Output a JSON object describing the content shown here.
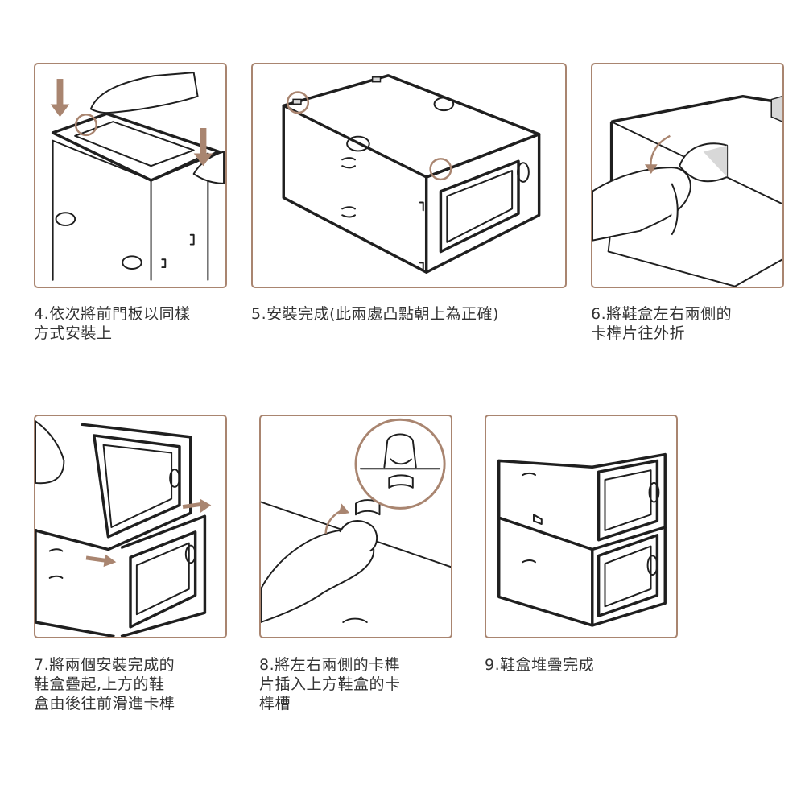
{
  "colors": {
    "accent": "#a98570",
    "line": "#1f1f1f",
    "text": "#333333"
  },
  "steps": [
    {
      "caption": "4.依次將前門板以同樣\n方式安裝上"
    },
    {
      "caption": "5.安裝完成(此兩處凸點朝上為正確)"
    },
    {
      "caption": "6.將鞋盒左右兩側的\n卡榫片往外折"
    },
    {
      "caption": "7.將兩個安裝完成的\n鞋盒疊起,上方的鞋\n盒由後往前滑進卡榫"
    },
    {
      "caption": "8.將左右兩側的卡榫\n片插入上方鞋盒的卡\n榫槽"
    },
    {
      "caption": "9.鞋盒堆疊完成"
    }
  ]
}
